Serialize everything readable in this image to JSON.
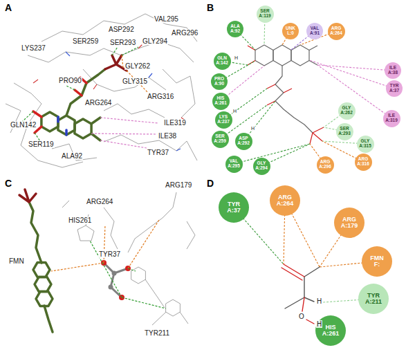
{
  "diagram": {
    "nodes": [
      {
        "text": [
          "SER A:119"
        ]
      },
      {
        "text": [
          "ALA A:92"
        ]
      },
      {
        "text": [
          "UNK L:0"
        ]
      },
      {
        "text": [
          "VAL A:91"
        ]
      },
      {
        "text": [
          "ARG A:264"
        ]
      },
      {
        "text": [
          "GLN A:142"
        ]
      },
      {
        "text": [
          "PRO A:90"
        ]
      },
      {
        "text": [
          "HIS A:261"
        ]
      },
      {
        "text": [
          "ILE A:38"
        ]
      },
      {
        "text": [
          "TYR A:37"
        ]
      },
      {
        "text": [
          "LYS A:237"
        ]
      },
      {
        "text": [
          "ILE A:319"
        ]
      },
      {
        "text": [
          "GLY A:262"
        ]
      },
      {
        "text": [
          "SER A:259"
        ]
      },
      {
        "text": [
          "ASP A:292"
        ]
      },
      {
        "text": [
          "SER A:293"
        ]
      },
      {
        "text": [
          "GLY A:315"
        ]
      },
      {
        "text": [
          "ARG A:316"
        ]
      },
      {
        "text": [
          "VAL A:295"
        ]
      },
      {
        "text": [
          "GLY A:294"
        ]
      },
      {
        "text": [
          "ARG A:296"
        ]
      },
      {
        "text": [
          "TYR A:37"
        ]
      },
      {
        "text": [
          "ARG A:264"
        ]
      },
      {
        "text": [
          "ARG A:179"
        ]
      },
      {
        "text": [
          "FMN F:"
        ]
      },
      {
        "text": [
          "TYR A:211"
        ]
      },
      {
        "text": [
          "HIS A:261"
        ]
      }
    ],
    "labels": [
      "A",
      "LYS237",
      "SER259",
      "ASP292",
      "VAL295",
      "ARG296",
      "SER293",
      "GLY294",
      "GLY262",
      "GLY315",
      "ARG316",
      "ARG264",
      "GLN142",
      "PRO90",
      "SER119",
      "ALA92",
      "ILE319",
      "ILE38",
      "TYR37",
      "B",
      "H",
      "H",
      "H",
      "C",
      "ARG179",
      "ARG264",
      "HIS261",
      "FMN",
      "TYR37",
      "TYR211",
      "D",
      "O",
      "H",
      "H"
    ]
  }
}
